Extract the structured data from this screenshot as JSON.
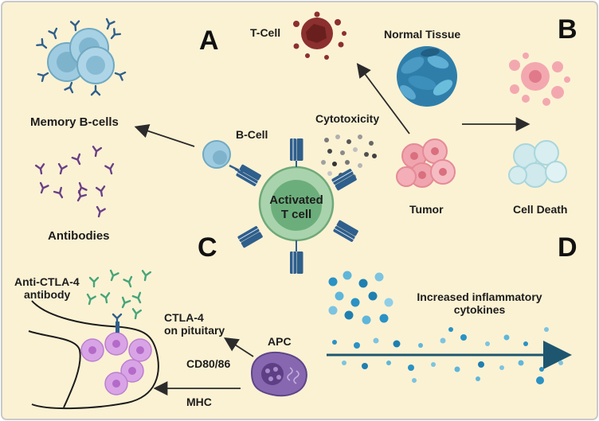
{
  "panels": {
    "a": "A",
    "b": "B",
    "c": "C",
    "d": "D"
  },
  "center": {
    "line1": "Activated",
    "line2": "T cell"
  },
  "labels": {
    "t_cell": "T-Cell",
    "normal_tissue": "Normal Tissue",
    "cytotoxicity": "Cytotoxicity",
    "b_cell": "B-Cell",
    "memory_b_cells": "Memory B-cells",
    "antibodies": "Antibodies",
    "tumor": "Tumor",
    "cell_death": "Cell Death",
    "anti_ctla4_line1": "Anti-CTLA-4",
    "anti_ctla4_line2": "antibody",
    "ctla4_line1": "CTLA-4",
    "ctla4_line2": "on pituitary",
    "apc": "APC",
    "cd80_86": "CD80/86",
    "mhc": "MHC",
    "cytokines_line1": "Increased inflammatory",
    "cytokines_line2": "cytokines"
  },
  "colors": {
    "background": "#fbf2d4",
    "border": "#c9c9c9",
    "arrow": "#2b2b2b",
    "receptor": "#2f5f8c",
    "activated_cell": "#8fc29a",
    "b_cell": "#9fcbe0",
    "t_cell": "#8c2f2f",
    "tumor": "#f0a4ae",
    "dead_cell": "#f3a8b0",
    "death_pale": "#cfe9ec",
    "normal_tissue": "#2f7eaa",
    "antibody": "#6b3f86",
    "apc": "#8768b0",
    "pituitary": "#d9a4e6",
    "cytokine": "#2a92c4",
    "cytokine_arrow": "#1e5670"
  },
  "icons": [
    "arrow-icon",
    "antibody-icon",
    "receptor-icon",
    "cell-icon",
    "cytokine-dot-icon"
  ]
}
